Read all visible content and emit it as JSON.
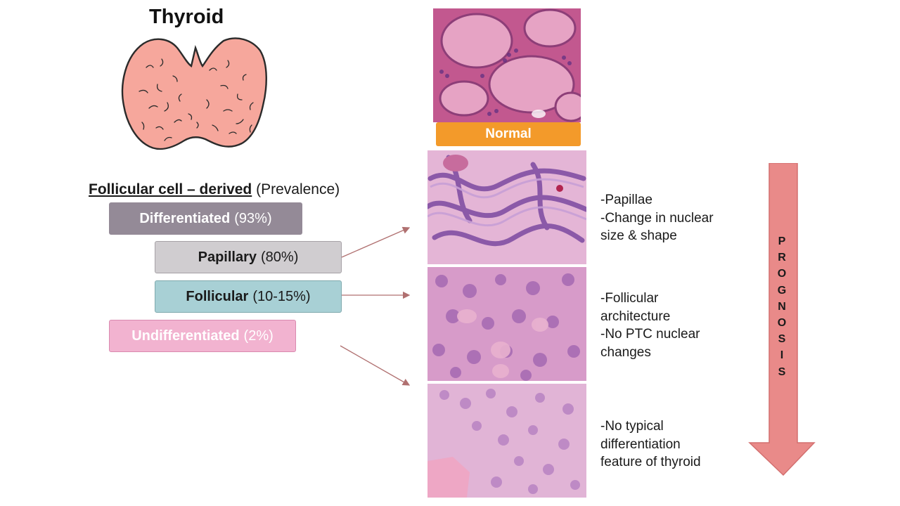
{
  "title": "Thyroid",
  "section": {
    "heading_bold": "Follicular cell – derived",
    "heading_rest": "(Prevalence)"
  },
  "categories": [
    {
      "name": "Differentiated",
      "pct": "(93%)"
    },
    {
      "name": "Papillary",
      "pct": "(80%)"
    },
    {
      "name": "Follicular",
      "pct": "(10-15%)"
    },
    {
      "name": "Undifferentiated",
      "pct": "(2%)"
    }
  ],
  "normal_label": "Normal",
  "descriptions": {
    "papillary": [
      "-Papillae",
      "-Change in nuclear",
      "size & shape"
    ],
    "follicular": [
      "-Follicular",
      "architecture",
      "-No PTC nuclear",
      "changes"
    ],
    "undifferentiated": [
      "-No typical",
      "differentiation",
      "feature of  thyroid"
    ]
  },
  "prognosis": {
    "letters": [
      "P",
      "R",
      "O",
      "G",
      "N",
      "O",
      "S",
      "I",
      "S"
    ]
  },
  "colors": {
    "differentiated": "#948a97",
    "papillary": "#d0cdd0",
    "follicular": "#a8d0d5",
    "undifferentiated": "#f2b3d0",
    "normal_label": "#f39a2a",
    "prognosis_arrow": "#e98a89",
    "gland": "#f6a79c"
  }
}
